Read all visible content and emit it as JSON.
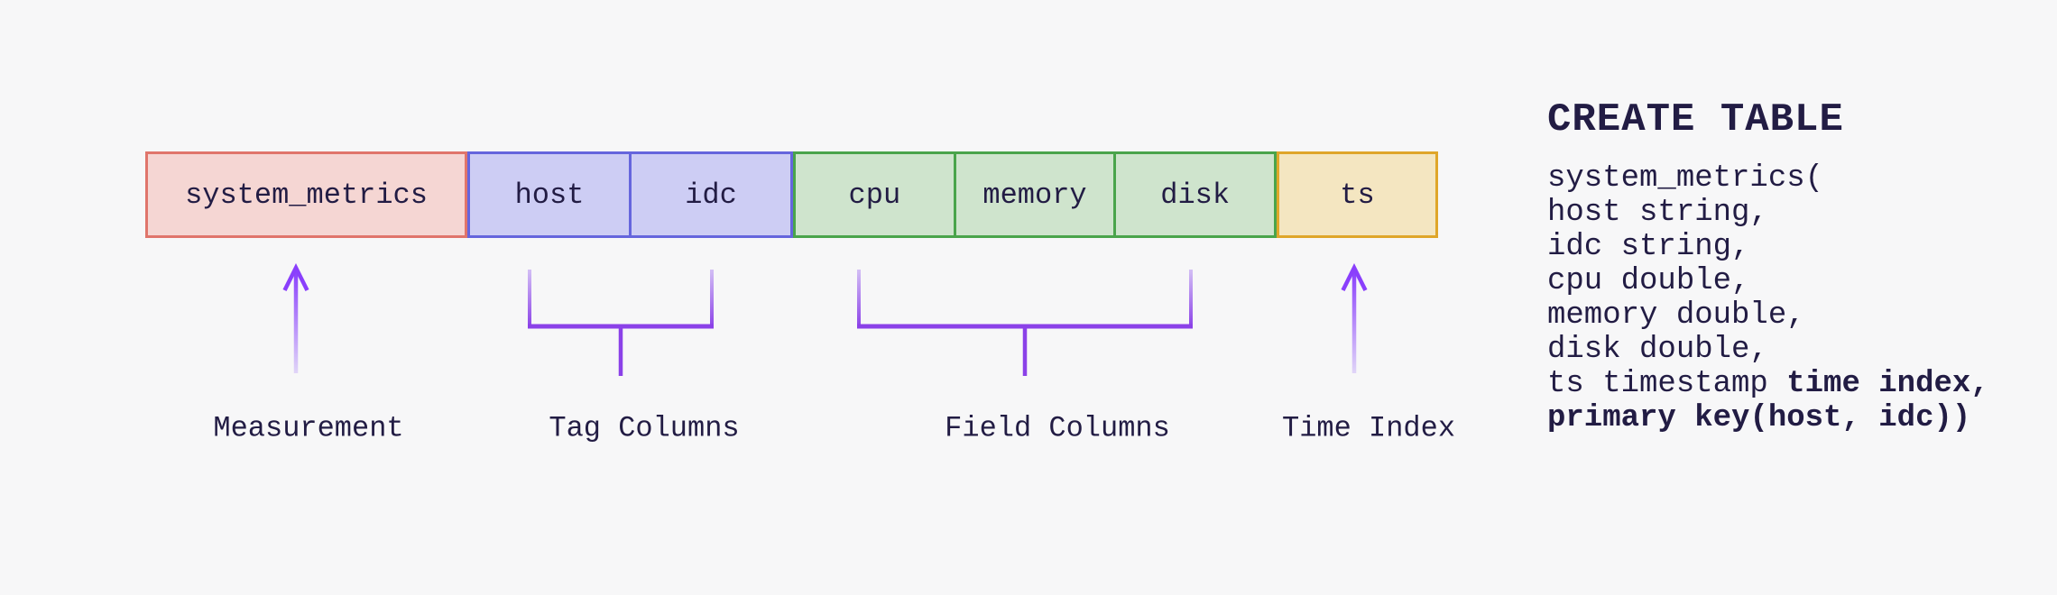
{
  "palette": {
    "bg": "#f7f7f8",
    "ink": "#221c44",
    "purple_solid": "#8b41e8",
    "purple_bright": "#8a3ffc",
    "purple_light": "#d6c4f5",
    "purple_faint": "#e3daf8",
    "measurement_fill": "#f5d6d3",
    "measurement_border": "#e0756b",
    "tag_fill": "#cdcdf4",
    "tag_border": "#6565dd",
    "field_fill": "#cfe4cd",
    "field_border": "#4aa44b",
    "time_fill": "#f4e6c1",
    "time_border": "#dfa62a"
  },
  "table_row": {
    "measurement": "system_metrics",
    "tag_columns": [
      "host",
      "idc"
    ],
    "field_columns": [
      "cpu",
      "memory",
      "disk"
    ],
    "time_index": "ts"
  },
  "annotations": {
    "measurement_label": "Measurement",
    "tag_label": "Tag Columns",
    "field_label": "Field Columns",
    "time_label": "Time Index"
  },
  "sql": {
    "title": "CREATE TABLE",
    "lines": [
      {
        "segments": [
          {
            "text": "system_metrics(",
            "bold": false
          }
        ]
      },
      {
        "segments": [
          {
            "text": "host string,",
            "bold": false
          }
        ]
      },
      {
        "segments": [
          {
            "text": "idc string,",
            "bold": false
          }
        ]
      },
      {
        "segments": [
          {
            "text": "cpu double,",
            "bold": false
          }
        ]
      },
      {
        "segments": [
          {
            "text": "memory double,",
            "bold": false
          }
        ]
      },
      {
        "segments": [
          {
            "text": "disk double,",
            "bold": false
          }
        ]
      },
      {
        "segments": [
          {
            "text": "ts timestamp ",
            "bold": false
          },
          {
            "text": "time index,",
            "bold": true
          }
        ]
      },
      {
        "segments": [
          {
            "text": "primary key(host, idc))",
            "bold": true
          }
        ]
      }
    ]
  }
}
